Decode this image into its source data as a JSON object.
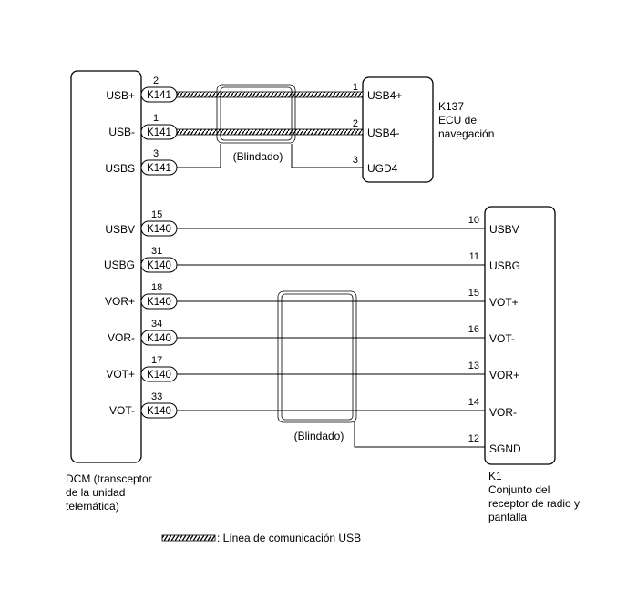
{
  "dcm": {
    "caption": [
      "DCM (transceptor",
      "de la unidad",
      "telemática)"
    ],
    "pins": [
      {
        "label": "USB+",
        "num": "2",
        "conn": "K141"
      },
      {
        "label": "USB-",
        "num": "1",
        "conn": "K141"
      },
      {
        "label": "USBS",
        "num": "3",
        "conn": "K141"
      },
      {
        "label": "USBV",
        "num": "15",
        "conn": "K140"
      },
      {
        "label": "USBG",
        "num": "31",
        "conn": "K140"
      },
      {
        "label": "VOR+",
        "num": "18",
        "conn": "K140"
      },
      {
        "label": "VOR-",
        "num": "34",
        "conn": "K140"
      },
      {
        "label": "VOT+",
        "num": "17",
        "conn": "K140"
      },
      {
        "label": "VOT-",
        "num": "33",
        "conn": "K140"
      }
    ]
  },
  "nav_ecu": {
    "id": "K137",
    "caption": [
      "ECU de",
      "navegación"
    ],
    "pins": [
      {
        "label": "USB4+",
        "num": "1"
      },
      {
        "label": "USB4-",
        "num": "2"
      },
      {
        "label": "UGD4",
        "num": "3"
      }
    ]
  },
  "radio": {
    "id": "K1",
    "caption": [
      "Conjunto del",
      "receptor de radio y",
      "pantalla"
    ],
    "pins": [
      {
        "label": "USBV",
        "num": "10"
      },
      {
        "label": "USBG",
        "num": "11"
      },
      {
        "label": "VOT+",
        "num": "15"
      },
      {
        "label": "VOT-",
        "num": "16"
      },
      {
        "label": "VOR+",
        "num": "13"
      },
      {
        "label": "VOR-",
        "num": "14"
      },
      {
        "label": "SGND",
        "num": "12"
      }
    ]
  },
  "shield_labels": [
    "(Blindado)",
    "(Blindado)"
  ],
  "legend": {
    "text": ": Línea de comunicación USB"
  }
}
